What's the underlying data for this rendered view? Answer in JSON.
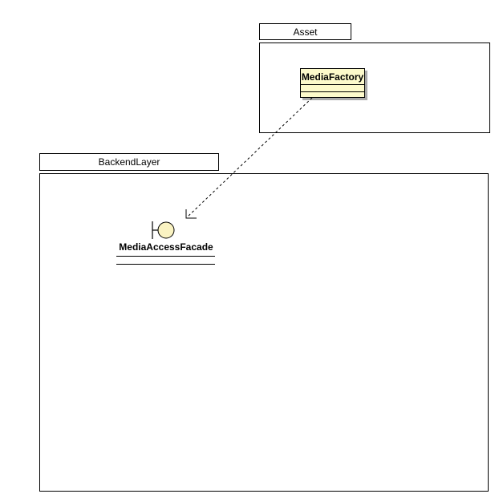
{
  "packages": {
    "asset": {
      "label": "Asset"
    },
    "backend_layer": {
      "label": "BackendLayer"
    }
  },
  "nodes": {
    "media_factory": {
      "label": "MediaFactory",
      "shape": "class-box",
      "compartments": 3
    },
    "media_access_facade": {
      "label": "MediaAccessFacade",
      "shape": "interface-lollipop"
    }
  },
  "relations": {
    "dependency": {
      "from": "MediaFactory",
      "to": "MediaAccessFacade",
      "line_style": "dashed",
      "arrowhead": "open"
    }
  },
  "colors": {
    "node_fill": "#FDFACB",
    "circle_fill": "#FAF3C2",
    "border": "#000000",
    "shadow": "#A9A9A9",
    "background": "#FFFFFF"
  }
}
